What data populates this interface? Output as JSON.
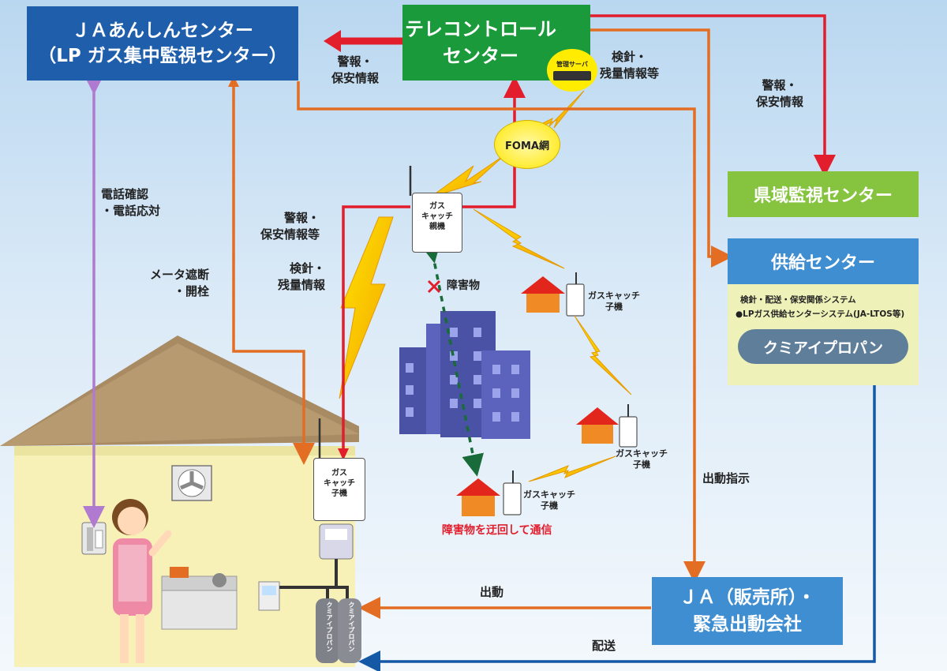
{
  "boxes": {
    "ja_center": {
      "line1": "ＪＡあんしんセンター",
      "line2": "（LP ガス集中監視センター）"
    },
    "telecontrol": {
      "line1": "テレコントロール",
      "line2": "センター"
    },
    "server_label": "管理サーバ",
    "foma": "FOMA網",
    "prefecture": "県域監視センター",
    "supply": {
      "title": "供給センター",
      "desc1": "検針・配送・保安関係システム",
      "desc2": "●LPガス供給センターシステム(JA-LTOS等)",
      "brand": "クミアイプロパン"
    },
    "ja_sales": {
      "line1": "ＪＡ（販売所）・",
      "line2": "緊急出動会社"
    }
  },
  "labels": {
    "alarm_top": "警報・\n保安情報",
    "meter_top": "検針・\n残量情報等",
    "alarm_right": "警報・\n保安情報",
    "phone": "電話確認\n・電話応対",
    "meter_cut": "メータ遮断\n・開栓",
    "alarm_mid": "警報・\n保安情報等",
    "meter_mid": "検針・\n残量情報",
    "dispatch_order": "出動指示",
    "dispatch": "出動",
    "delivery": "配送",
    "obstacle": "障害物",
    "detour": "障害物を迂回して通信"
  },
  "devices": {
    "parent": "ガス\nキャッチ\n親機",
    "child_house": "ガス\nキャッチ\n子機",
    "child_1": "ガスキャッチ\n子機",
    "child_2": "ガスキャッチ\n子機",
    "child_3": "ガスキャッチ\n子機",
    "cylinder": "クミアイプロパン"
  },
  "colors": {
    "blue_box": "#1f5eab",
    "green_box": "#1a9a3a",
    "lime_box": "#86c440",
    "supply_box": "#3f8ed1",
    "red_line": "#e21d2c",
    "orange_line": "#e36d22",
    "purple_line": "#b07ad1",
    "navy_line": "#1559a6"
  }
}
